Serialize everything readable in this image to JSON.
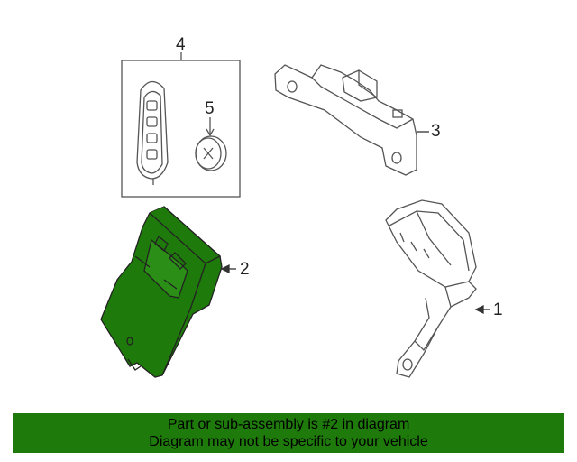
{
  "callouts": {
    "part1": "1",
    "part2": "2",
    "part3": "3",
    "part4": "4",
    "part5": "5"
  },
  "footer": {
    "line1": "Part or sub-assembly is #2 in diagram",
    "line2": "Diagram may not be specific to your vehicle"
  },
  "colors": {
    "highlight": "#1f7a0c",
    "footer_bg": "#1f7a0c",
    "line": "#555555"
  }
}
